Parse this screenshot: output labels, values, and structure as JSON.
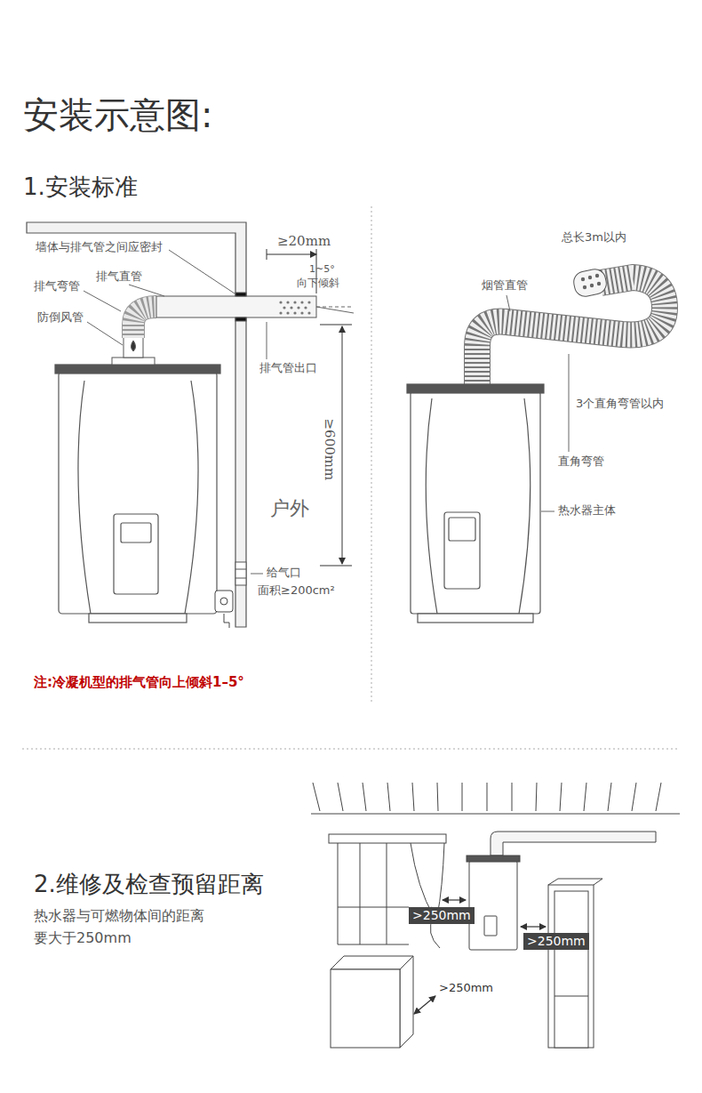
{
  "diagram": {
    "title": "安装示意图:",
    "nodes": [
      {
        "text": [
          ">250mm"
        ]
      },
      {
        "text": [
          ">250mm"
        ]
      }
    ],
    "labels": [
      "1.安装标准",
      "墙体与排气管之间应密封",
      "排气直管",
      "排气弯管",
      "防倒风管",
      "≥20mm",
      "1~5°",
      "向下倾斜",
      "排气管出口",
      "≥600mm",
      "户外",
      "给气口",
      "面积≥200cm²",
      "注:冷凝机型的排气管向上倾斜1–5°",
      "总长3m以内",
      "烟管直管",
      "3个直角弯管以内",
      "直角弯管",
      "热水器主体",
      "2.维修及检查预留距离",
      "热水器与可燃物体间的距离 要大于250mm",
      ">250mm"
    ]
  }
}
